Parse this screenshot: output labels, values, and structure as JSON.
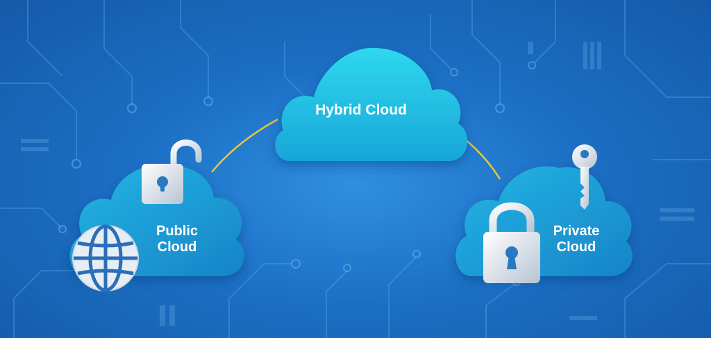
{
  "diagram": {
    "center_node": {
      "label": "Hybrid Cloud",
      "icon": "cloud-icon"
    },
    "left_node": {
      "label_line1": "Public",
      "label_line2": "Cloud",
      "icons": [
        "open-padlock-icon",
        "globe-icon"
      ]
    },
    "right_node": {
      "label_line1": "Private",
      "label_line2": "Cloud",
      "icons": [
        "key-icon",
        "padlock-icon"
      ]
    },
    "connector_color": "#e8c53a"
  },
  "colors": {
    "background": "#1c6fc4",
    "cloud_light": "#2fd4ec",
    "cloud_dark": "#1a8fd0",
    "icon_silver": "#dfe6ee"
  }
}
